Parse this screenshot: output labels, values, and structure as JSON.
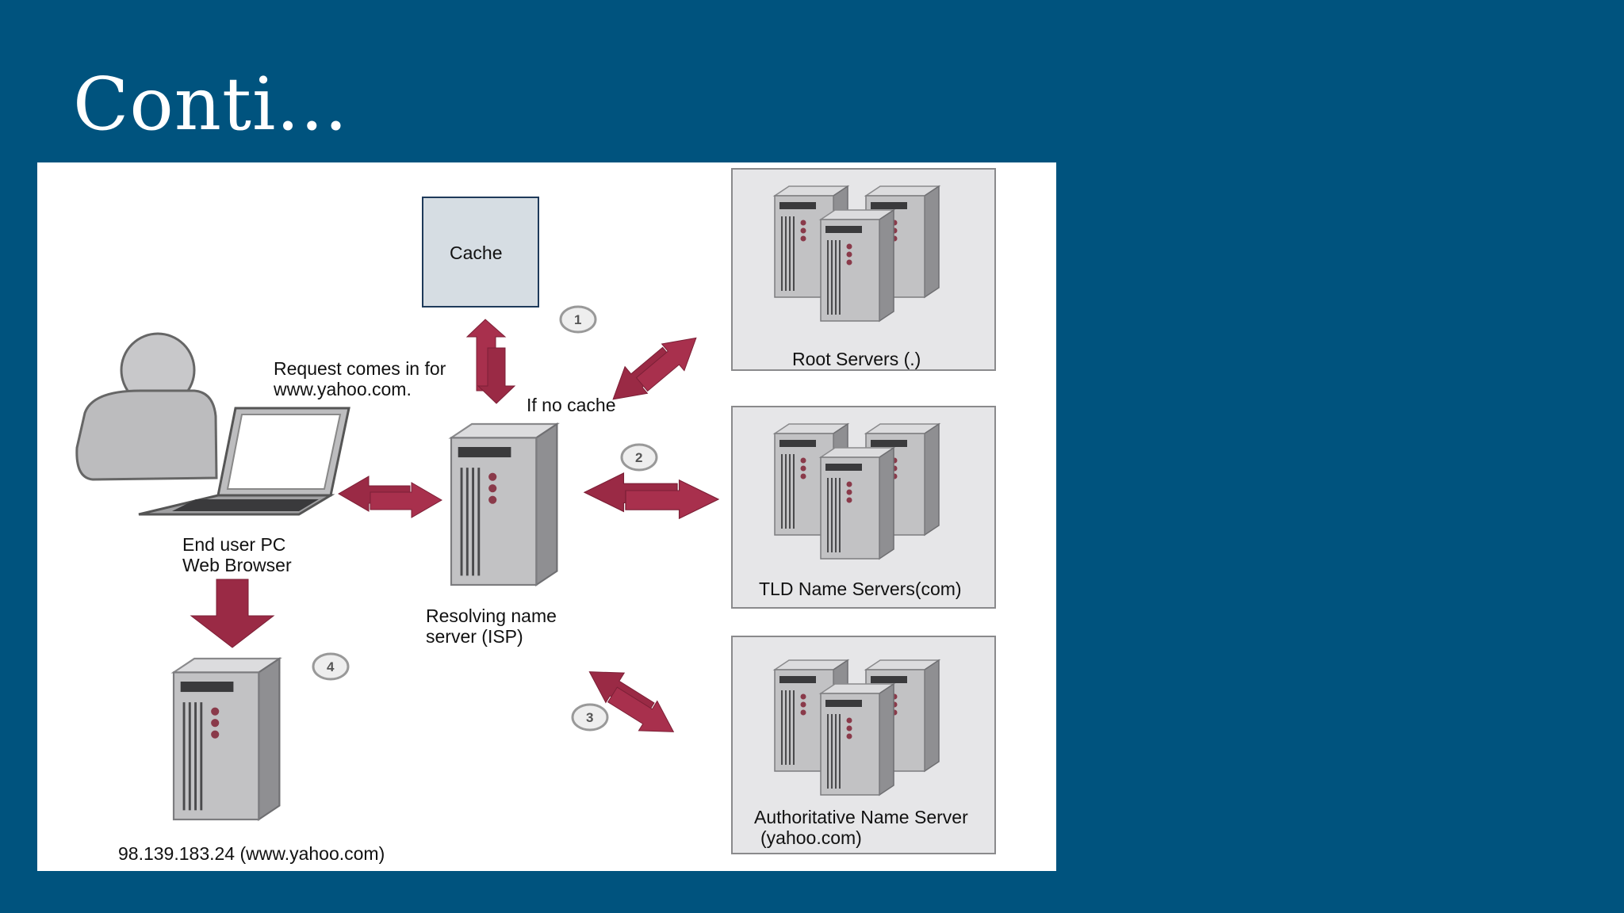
{
  "slide": {
    "title": "Conti..."
  },
  "diagram": {
    "cache": "Cache",
    "request_line1": "Request comes in for",
    "request_line2": "www.yahoo.com.",
    "if_no_cache": "If no cache",
    "end_user_line1": "End user PC",
    "end_user_line2": "Web Browser",
    "resolver_line1": "Resolving name",
    "resolver_line2": "server (ISP)",
    "root_servers": "Root Servers (.)",
    "tld_servers": "TLD Name Servers(com)",
    "auth_line1": "Authoritative Name Server",
    "auth_line2": "(yahoo.com)",
    "web_server_ip": "98.139.183.24 (www.yahoo.com)",
    "steps": [
      "1",
      "2",
      "3",
      "4"
    ]
  },
  "colors": {
    "background": "#00537e",
    "arrow": "#9a2a45",
    "server": "#b4b4b6",
    "box": "#e6e6e8"
  }
}
